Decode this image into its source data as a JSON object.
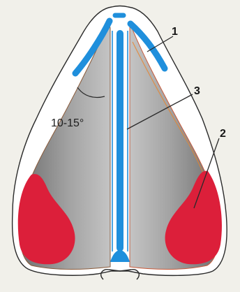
{
  "figure": {
    "angle_label": "10-15°",
    "callouts": [
      "1",
      "2",
      "3"
    ],
    "colors": {
      "background": "#f1f0ea",
      "outline": "#2a2a2a",
      "cartilage_grey": "#9c9c9c",
      "cartilage_shadow": "#777777",
      "septum_blue": "#1f8fdc",
      "fat_red": "#dc1f3a",
      "rim_orange": "#e8832a"
    }
  }
}
